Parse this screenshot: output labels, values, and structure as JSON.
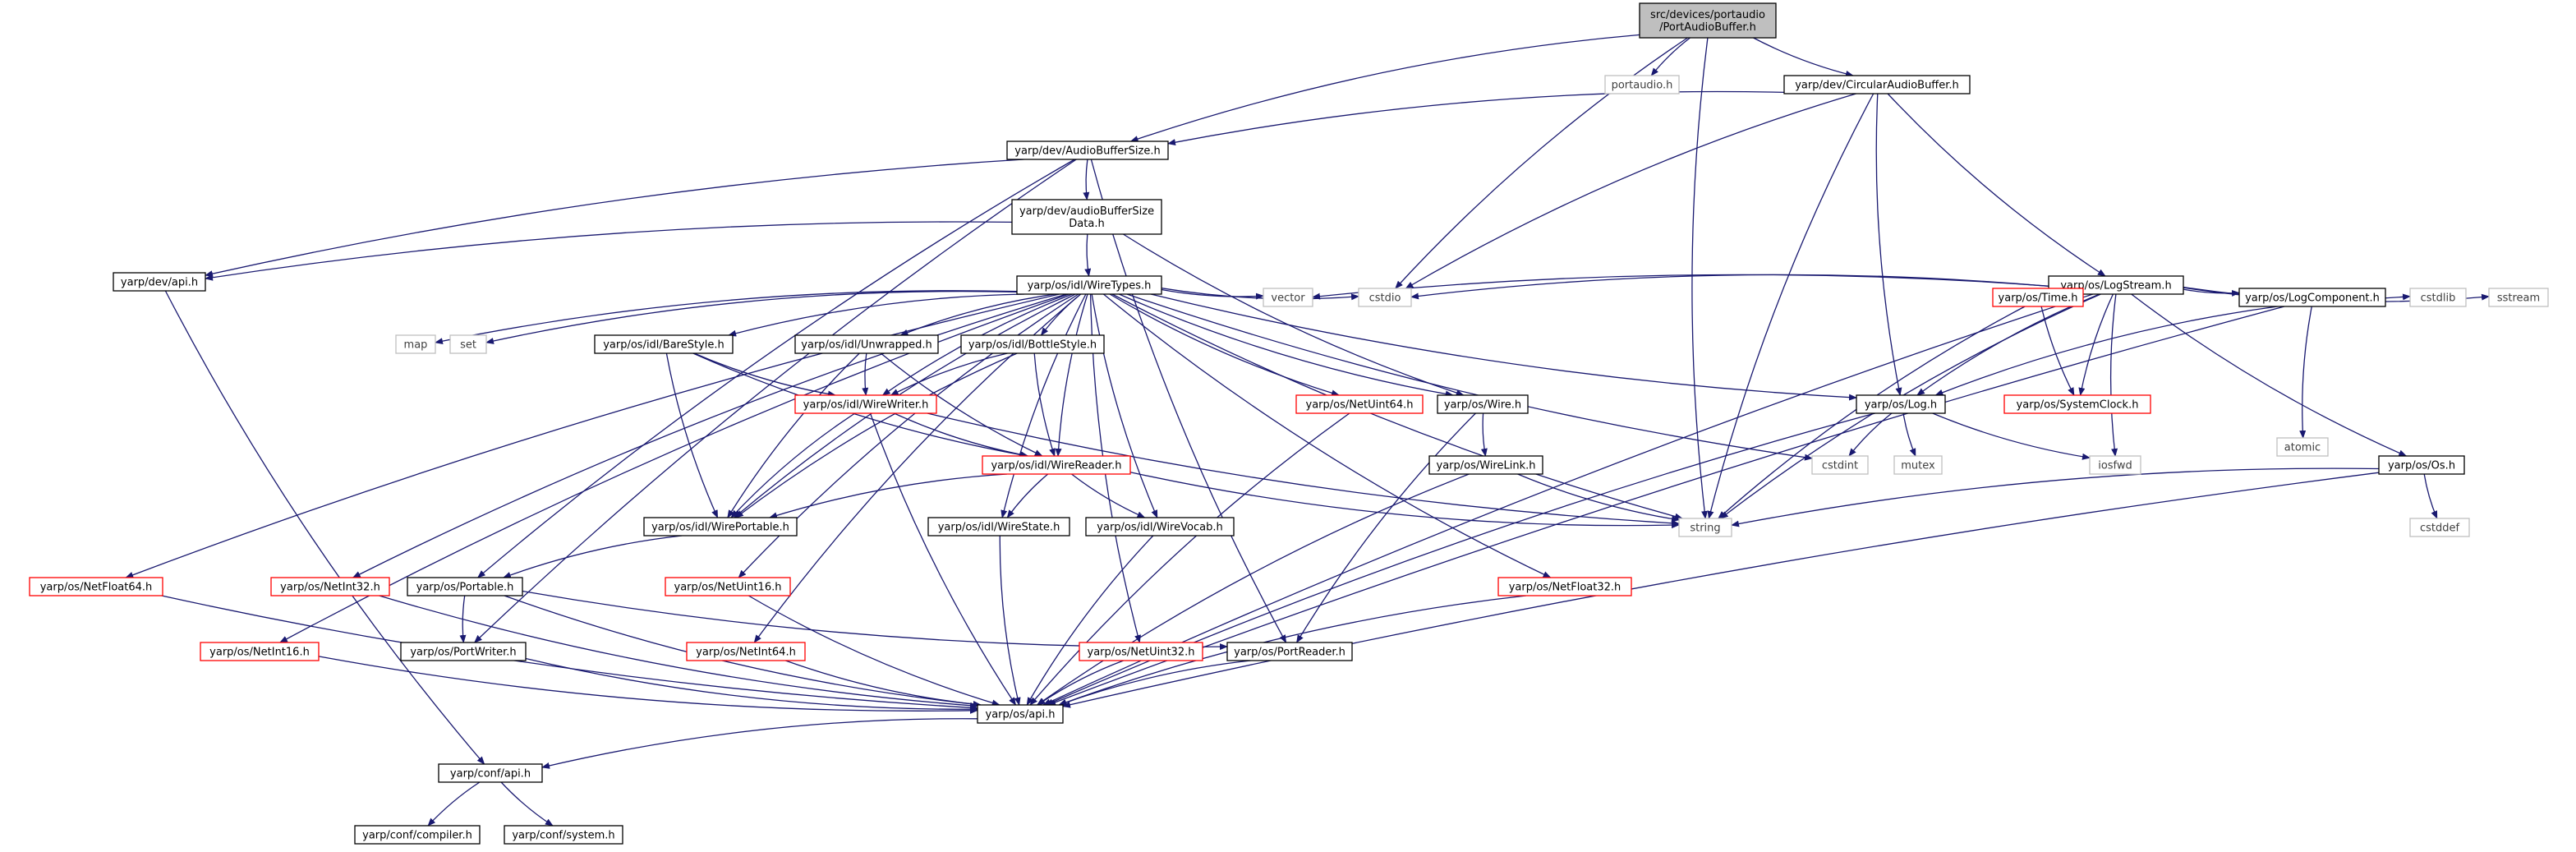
{
  "graph": {
    "root": "src/devices/portaudio/PortAudioBuffer.h",
    "colors": {
      "root_fill": "#bfbfbf",
      "normal_border": "#000000",
      "red_border": "#ff0000",
      "gray_border": "#bfbfbf",
      "gray_text": "#3f3f3f",
      "edge": "#191970"
    },
    "nodes": [
      {
        "id": "root",
        "lines": [
          "src/devices/portaudio",
          "/PortAudioBuffer.h"
        ],
        "style": "root"
      },
      {
        "id": "portaudio",
        "lines": [
          "portaudio.h"
        ],
        "style": "gray"
      },
      {
        "id": "circ",
        "lines": [
          "yarp/dev/CircularAudioBuffer.h"
        ],
        "style": "normal"
      },
      {
        "id": "absize",
        "lines": [
          "yarp/dev/AudioBufferSize.h"
        ],
        "style": "normal"
      },
      {
        "id": "absdata",
        "lines": [
          "yarp/dev/audioBufferSize",
          "Data.h"
        ],
        "style": "normal"
      },
      {
        "id": "devapi",
        "lines": [
          "yarp/dev/api.h"
        ],
        "style": "normal"
      },
      {
        "id": "wiretypes",
        "lines": [
          "yarp/os/idl/WireTypes.h"
        ],
        "style": "normal"
      },
      {
        "id": "logstream",
        "lines": [
          "yarp/os/LogStream.h"
        ],
        "style": "normal"
      },
      {
        "id": "map",
        "lines": [
          "map"
        ],
        "style": "gray"
      },
      {
        "id": "set",
        "lines": [
          "set"
        ],
        "style": "gray"
      },
      {
        "id": "barestyle",
        "lines": [
          "yarp/os/idl/BareStyle.h"
        ],
        "style": "normal"
      },
      {
        "id": "unwrapped",
        "lines": [
          "yarp/os/idl/Unwrapped.h"
        ],
        "style": "normal"
      },
      {
        "id": "bottlestyle",
        "lines": [
          "yarp/os/idl/BottleStyle.h"
        ],
        "style": "normal"
      },
      {
        "id": "vector",
        "lines": [
          "vector"
        ],
        "style": "gray"
      },
      {
        "id": "cstdio",
        "lines": [
          "cstdio"
        ],
        "style": "gray"
      },
      {
        "id": "time",
        "lines": [
          "yarp/os/Time.h"
        ],
        "style": "red"
      },
      {
        "id": "logcomp",
        "lines": [
          "yarp/os/LogComponent.h"
        ],
        "style": "normal"
      },
      {
        "id": "cstdlib",
        "lines": [
          "cstdlib"
        ],
        "style": "gray"
      },
      {
        "id": "sstream",
        "lines": [
          "sstream"
        ],
        "style": "gray"
      },
      {
        "id": "wirewriter",
        "lines": [
          "yarp/os/idl/WireWriter.h"
        ],
        "style": "red"
      },
      {
        "id": "netuint64",
        "lines": [
          "yarp/os/NetUint64.h"
        ],
        "style": "red"
      },
      {
        "id": "wire",
        "lines": [
          "yarp/os/Wire.h"
        ],
        "style": "normal"
      },
      {
        "id": "log",
        "lines": [
          "yarp/os/Log.h"
        ],
        "style": "normal"
      },
      {
        "id": "sysclock",
        "lines": [
          "yarp/os/SystemClock.h"
        ],
        "style": "red"
      },
      {
        "id": "atomic",
        "lines": [
          "atomic"
        ],
        "style": "gray"
      },
      {
        "id": "wirereader",
        "lines": [
          "yarp/os/idl/WireReader.h"
        ],
        "style": "red"
      },
      {
        "id": "wirelink",
        "lines": [
          "yarp/os/WireLink.h"
        ],
        "style": "normal"
      },
      {
        "id": "cstdint",
        "lines": [
          "cstdint"
        ],
        "style": "gray"
      },
      {
        "id": "mutex",
        "lines": [
          "mutex"
        ],
        "style": "gray"
      },
      {
        "id": "iosfwd",
        "lines": [
          "iosfwd"
        ],
        "style": "gray"
      },
      {
        "id": "os",
        "lines": [
          "yarp/os/Os.h"
        ],
        "style": "normal"
      },
      {
        "id": "wireportable",
        "lines": [
          "yarp/os/idl/WirePortable.h"
        ],
        "style": "normal"
      },
      {
        "id": "wirestate",
        "lines": [
          "yarp/os/idl/WireState.h"
        ],
        "style": "normal"
      },
      {
        "id": "wirevocab",
        "lines": [
          "yarp/os/idl/WireVocab.h"
        ],
        "style": "normal"
      },
      {
        "id": "string",
        "lines": [
          "string"
        ],
        "style": "gray"
      },
      {
        "id": "cstddef",
        "lines": [
          "cstddef"
        ],
        "style": "gray"
      },
      {
        "id": "netfloat64",
        "lines": [
          "yarp/os/NetFloat64.h"
        ],
        "style": "red"
      },
      {
        "id": "netint32",
        "lines": [
          "yarp/os/NetInt32.h"
        ],
        "style": "red"
      },
      {
        "id": "portable",
        "lines": [
          "yarp/os/Portable.h"
        ],
        "style": "normal"
      },
      {
        "id": "netuint16",
        "lines": [
          "yarp/os/NetUint16.h"
        ],
        "style": "red"
      },
      {
        "id": "netfloat32",
        "lines": [
          "yarp/os/NetFloat32.h"
        ],
        "style": "red"
      },
      {
        "id": "netint16",
        "lines": [
          "yarp/os/NetInt16.h"
        ],
        "style": "red"
      },
      {
        "id": "portwriter",
        "lines": [
          "yarp/os/PortWriter.h"
        ],
        "style": "normal"
      },
      {
        "id": "netint64",
        "lines": [
          "yarp/os/NetInt64.h"
        ],
        "style": "red"
      },
      {
        "id": "netuint32",
        "lines": [
          "yarp/os/NetUint32.h"
        ],
        "style": "red"
      },
      {
        "id": "portreader",
        "lines": [
          "yarp/os/PortReader.h"
        ],
        "style": "normal"
      },
      {
        "id": "osapi",
        "lines": [
          "yarp/os/api.h"
        ],
        "style": "normal"
      },
      {
        "id": "confapi",
        "lines": [
          "yarp/conf/api.h"
        ],
        "style": "normal"
      },
      {
        "id": "compiler",
        "lines": [
          "yarp/conf/compiler.h"
        ],
        "style": "normal"
      },
      {
        "id": "system",
        "lines": [
          "yarp/conf/system.h"
        ],
        "style": "normal"
      }
    ],
    "edges": [
      [
        "root",
        "absize"
      ],
      [
        "root",
        "portaudio"
      ],
      [
        "root",
        "circ"
      ],
      [
        "root",
        "string"
      ],
      [
        "root",
        "cstdio"
      ],
      [
        "circ",
        "absize"
      ],
      [
        "circ",
        "logstream"
      ],
      [
        "circ",
        "log"
      ],
      [
        "circ",
        "string"
      ],
      [
        "circ",
        "cstdio"
      ],
      [
        "absize",
        "devapi"
      ],
      [
        "absize",
        "absdata"
      ],
      [
        "absize",
        "portable"
      ],
      [
        "absize",
        "portwriter"
      ],
      [
        "absize",
        "portreader"
      ],
      [
        "absdata",
        "wiretypes"
      ],
      [
        "absdata",
        "devapi"
      ],
      [
        "absdata",
        "wire"
      ],
      [
        "devapi",
        "confapi"
      ],
      [
        "wiretypes",
        "map"
      ],
      [
        "wiretypes",
        "set"
      ],
      [
        "wiretypes",
        "barestyle"
      ],
      [
        "wiretypes",
        "unwrapped"
      ],
      [
        "wiretypes",
        "bottlestyle"
      ],
      [
        "wiretypes",
        "vector"
      ],
      [
        "wiretypes",
        "cstdio"
      ],
      [
        "wiretypes",
        "wirewriter"
      ],
      [
        "wiretypes",
        "wirereader"
      ],
      [
        "wiretypes",
        "wireportable"
      ],
      [
        "wiretypes",
        "wirestate"
      ],
      [
        "wiretypes",
        "wirevocab"
      ],
      [
        "wiretypes",
        "wire"
      ],
      [
        "wiretypes",
        "log"
      ],
      [
        "wiretypes",
        "string"
      ],
      [
        "wiretypes",
        "cstdint"
      ],
      [
        "wiretypes",
        "netuint64"
      ],
      [
        "wiretypes",
        "netfloat64"
      ],
      [
        "wiretypes",
        "netint16"
      ],
      [
        "wiretypes",
        "netint32"
      ],
      [
        "wiretypes",
        "netuint16"
      ],
      [
        "wiretypes",
        "netint64"
      ],
      [
        "wiretypes",
        "netuint32"
      ],
      [
        "wiretypes",
        "netfloat32"
      ],
      [
        "barestyle",
        "wirewriter"
      ],
      [
        "barestyle",
        "wirereader"
      ],
      [
        "barestyle",
        "wireportable"
      ],
      [
        "unwrapped",
        "wirewriter"
      ],
      [
        "unwrapped",
        "wirereader"
      ],
      [
        "unwrapped",
        "wireportable"
      ],
      [
        "bottlestyle",
        "wirewriter"
      ],
      [
        "bottlestyle",
        "wirereader"
      ],
      [
        "bottlestyle",
        "wireportable"
      ],
      [
        "wirewriter",
        "wirereader"
      ],
      [
        "wirewriter",
        "wireportable"
      ],
      [
        "wirewriter",
        "string"
      ],
      [
        "wirewriter",
        "osapi"
      ],
      [
        "wirereader",
        "wireportable"
      ],
      [
        "wirereader",
        "wirestate"
      ],
      [
        "wirereader",
        "wirevocab"
      ],
      [
        "wirereader",
        "string"
      ],
      [
        "wireportable",
        "portable"
      ],
      [
        "wirestate",
        "osapi"
      ],
      [
        "wirevocab",
        "osapi"
      ],
      [
        "netuint64",
        "osapi"
      ],
      [
        "netfloat64",
        "osapi"
      ],
      [
        "netint16",
        "osapi"
      ],
      [
        "netint32",
        "osapi"
      ],
      [
        "netuint16",
        "osapi"
      ],
      [
        "netint64",
        "osapi"
      ],
      [
        "netuint32",
        "osapi"
      ],
      [
        "netfloat32",
        "osapi"
      ],
      [
        "wire",
        "wirelink"
      ],
      [
        "wire",
        "portreader"
      ],
      [
        "wirelink",
        "string"
      ],
      [
        "wirelink",
        "osapi"
      ],
      [
        "portable",
        "portwriter"
      ],
      [
        "portable",
        "portreader"
      ],
      [
        "portable",
        "osapi"
      ],
      [
        "portwriter",
        "osapi"
      ],
      [
        "portreader",
        "osapi"
      ],
      [
        "osapi",
        "confapi"
      ],
      [
        "confapi",
        "compiler"
      ],
      [
        "confapi",
        "system"
      ],
      [
        "logstream",
        "vector"
      ],
      [
        "logstream",
        "cstdio"
      ],
      [
        "logstream",
        "time"
      ],
      [
        "logstream",
        "logcomp"
      ],
      [
        "logstream",
        "cstdlib"
      ],
      [
        "logstream",
        "sstream"
      ],
      [
        "logstream",
        "log"
      ],
      [
        "logstream",
        "sysclock"
      ],
      [
        "logstream",
        "iosfwd"
      ],
      [
        "logstream",
        "os"
      ],
      [
        "logstream",
        "string"
      ],
      [
        "logstream",
        "osapi"
      ],
      [
        "time",
        "sysclock"
      ],
      [
        "time",
        "string"
      ],
      [
        "logcomp",
        "log"
      ],
      [
        "logcomp",
        "atomic"
      ],
      [
        "logcomp",
        "osapi"
      ],
      [
        "log",
        "cstdint"
      ],
      [
        "log",
        "mutex"
      ],
      [
        "log",
        "iosfwd"
      ],
      [
        "log",
        "osapi"
      ],
      [
        "os",
        "string"
      ],
      [
        "os",
        "cstddef"
      ],
      [
        "os",
        "osapi"
      ]
    ]
  }
}
